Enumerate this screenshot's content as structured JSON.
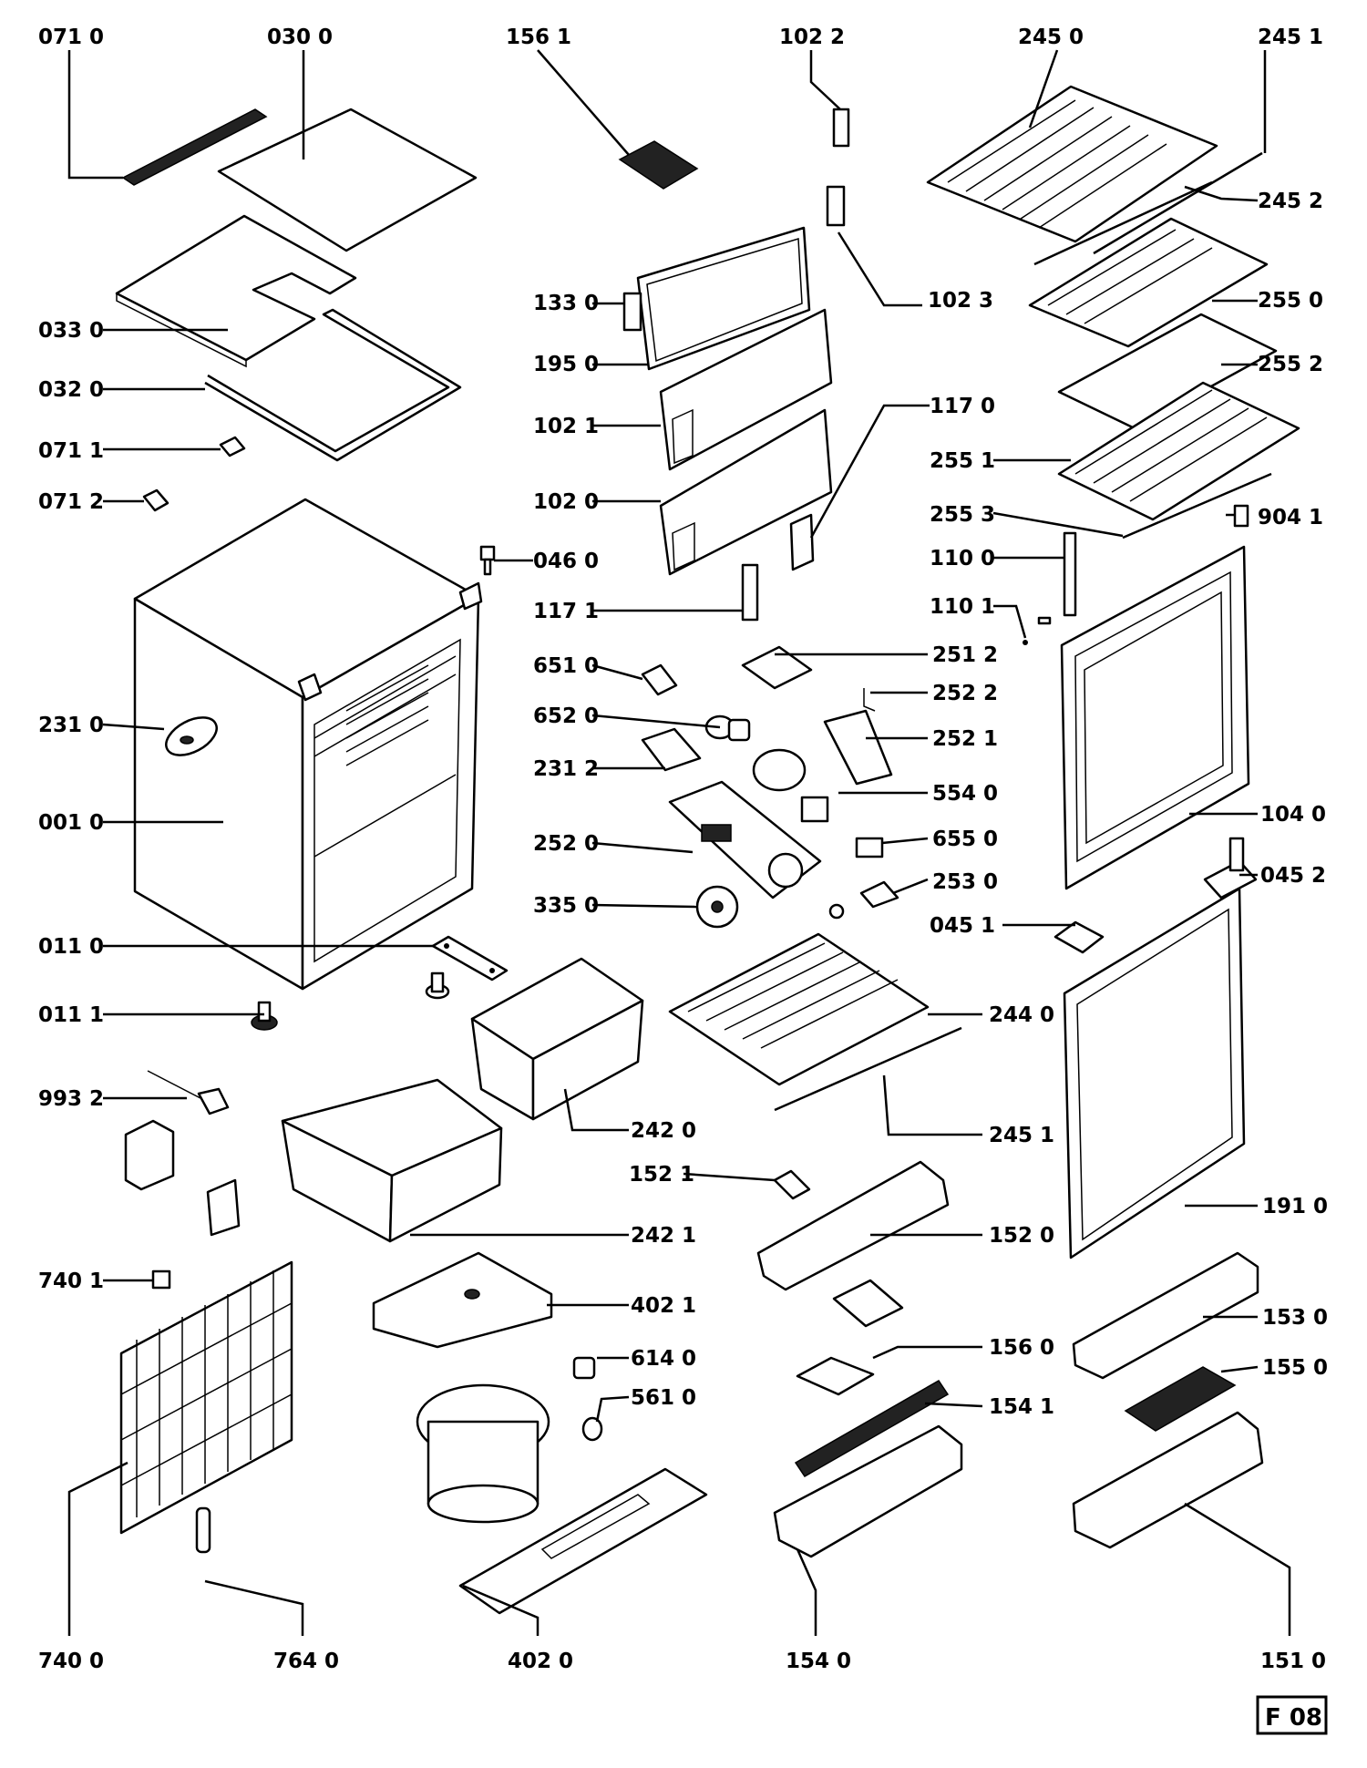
{
  "figure_tag": "F 08",
  "labels": {
    "p0710": "071 0",
    "p0300": "030 0",
    "p1561": "156 1",
    "p1022": "102 2",
    "p2450": "245 0",
    "p2451a": "245 1",
    "p2452": "245 2",
    "p1023": "102 3",
    "p1330": "133 0",
    "p2550": "255 0",
    "p0330": "033 0",
    "p1950": "195 0",
    "p2552": "255 2",
    "p0320": "032 0",
    "p1021": "102 1",
    "p1170": "117 0",
    "p0711": "071 1",
    "p2551": "255 1",
    "p0712": "071 2",
    "p1020": "102 0",
    "p2553": "255 3",
    "p9041": "904 1",
    "p0460": "046 0",
    "p1100": "110 0",
    "p1171": "117 1",
    "p1101": "110 1",
    "p6510": "651 0",
    "p2512": "251 2",
    "p2522": "252 2",
    "p2310": "231 0",
    "p6520": "652 0",
    "p2521": "252 1",
    "p2312": "231 2",
    "p5540": "554 0",
    "p0010": "001 0",
    "p1040": "104 0",
    "p2520": "252 0",
    "p6550": "655 0",
    "p0452": "045 2",
    "p2530": "253 0",
    "p3350": "335 0",
    "p0451": "045 1",
    "p0110": "011 0",
    "p0111": "011 1",
    "p2440": "244 0",
    "p9932": "993 2",
    "p2420": "242 0",
    "p2451b": "245 1",
    "p1521": "152 1",
    "p1910": "191 0",
    "p2421": "242 1",
    "p1520": "152 0",
    "p7401": "740 1",
    "p4021": "402 1",
    "p1530": "153 0",
    "p6140": "614 0",
    "p1560": "156 0",
    "p1550": "155 0",
    "p5610": "561 0",
    "p1541": "154 1",
    "p7400": "740 0",
    "p7640": "764 0",
    "p4020": "402 0",
    "p1540": "154 0",
    "p1510": "151 0"
  }
}
